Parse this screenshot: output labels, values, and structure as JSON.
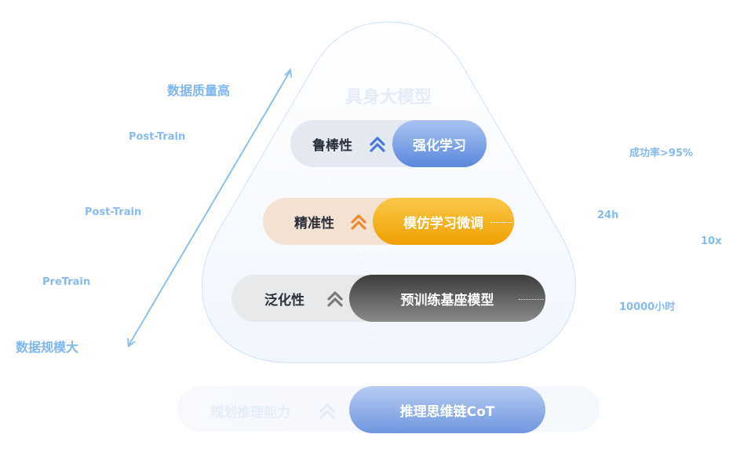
{
  "title": "具身大模型",
  "left_axis": {
    "top_label": "数据质量高",
    "bottom_label": "数据规模大",
    "stages": [
      "Post-Train",
      "Post-Train",
      "PreTrain"
    ]
  },
  "right_metrics": [
    "成功率>95%",
    "24h",
    "10x",
    "10000小时"
  ],
  "layers": [
    {
      "property": "鲁棒性",
      "method": "强化学习",
      "accent": "#4a78d8"
    },
    {
      "property": "精准性",
      "method": "模仿学习微调",
      "accent": "#f0892a"
    },
    {
      "property": "泛化性",
      "method": "预训练基座模型",
      "accent": "#7a7a7a"
    }
  ],
  "base": {
    "property": "规划推理能力",
    "method": "推理思维链CoT"
  },
  "colors": {
    "rl_gradient": [
      "#a9c4f2",
      "#5a88dc"
    ],
    "il_gradient": [
      "#f8c12a",
      "#f0a000"
    ],
    "pt_gradient": [
      "#3a3a3a",
      "#888888"
    ],
    "cot_gradient": [
      "#b7ccf2",
      "#6f96e0"
    ]
  }
}
